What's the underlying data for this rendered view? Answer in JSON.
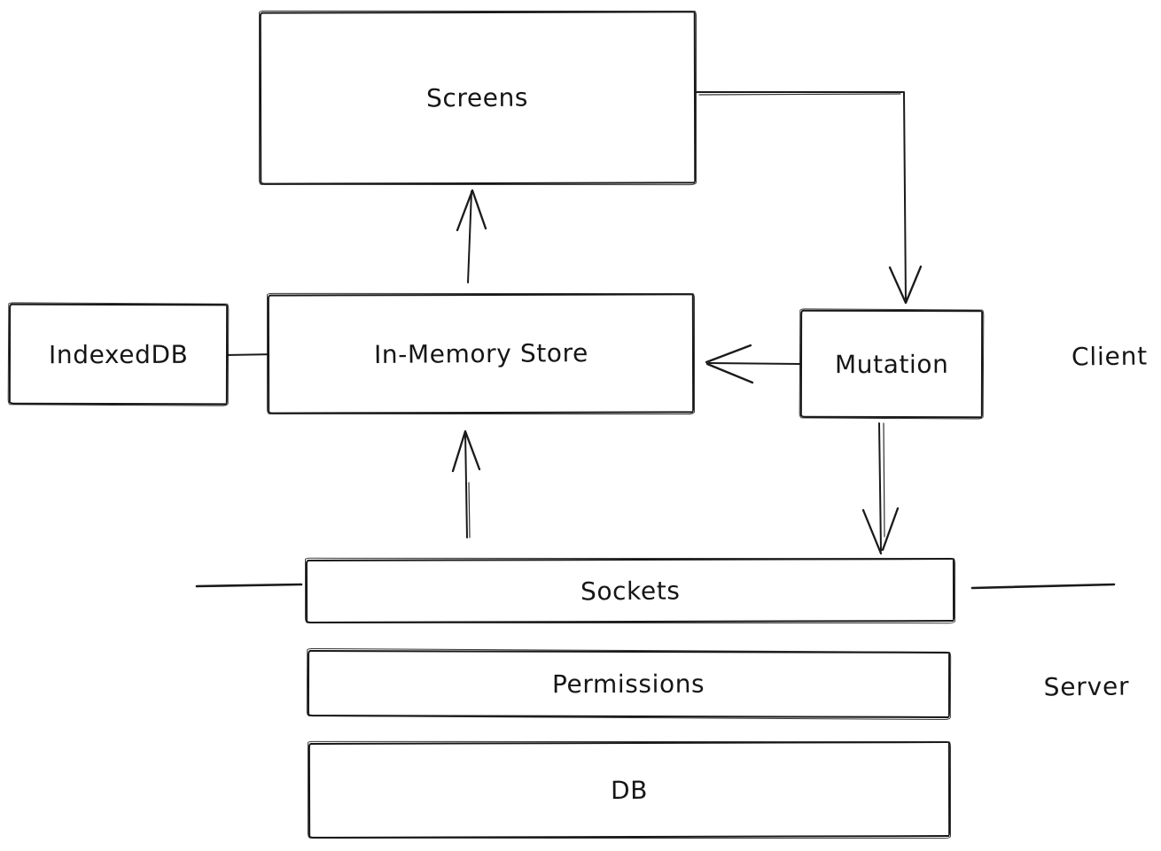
{
  "diagram": {
    "colors": {
      "stroke": "#1a1a1a",
      "background": "#ffffff"
    },
    "nodes": {
      "screens": {
        "label": "Screens"
      },
      "indexeddb": {
        "label": "IndexedDB"
      },
      "in_memory_store": {
        "label": "In-Memory Store"
      },
      "mutation": {
        "label": "Mutation"
      },
      "sockets": {
        "label": "Sockets"
      },
      "permissions": {
        "label": "Permissions"
      },
      "db": {
        "label": "DB"
      }
    },
    "zone_labels": {
      "client": "Client",
      "server": "Server"
    },
    "edges": [
      {
        "from": "screens",
        "to": "mutation",
        "type": "arrow"
      },
      {
        "from": "mutation",
        "to": "in_memory_store",
        "type": "arrow"
      },
      {
        "from": "in_memory_store",
        "to": "screens",
        "type": "arrow"
      },
      {
        "from": "mutation",
        "to": "sockets",
        "type": "arrow"
      },
      {
        "from": "sockets",
        "to": "in_memory_store",
        "type": "arrow"
      },
      {
        "from": "indexeddb",
        "to": "in_memory_store",
        "type": "line"
      }
    ],
    "boundaries": [
      {
        "side": "left-of-sockets"
      },
      {
        "side": "right-of-sockets"
      }
    ]
  }
}
